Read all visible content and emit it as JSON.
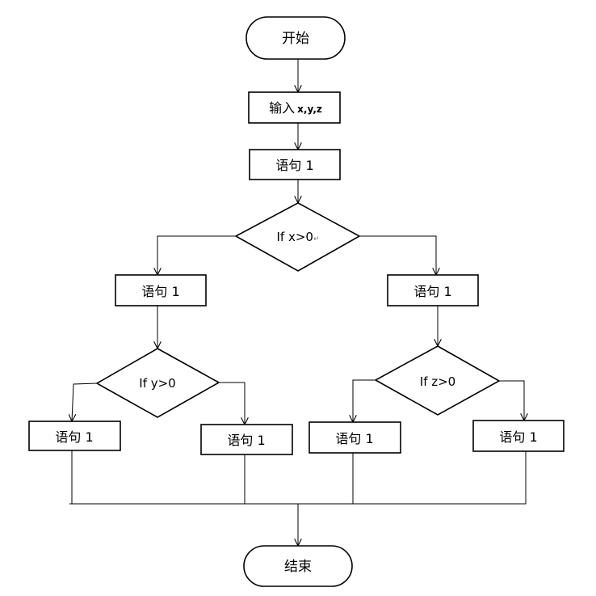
{
  "start": "开始",
  "input": {
    "prefix": "输入",
    "vars": "x,y,z"
  },
  "stmt_top": "语句 1",
  "cond_x": "If x>0",
  "cond_x_mark": "↵",
  "stmt_left": "语句 1",
  "stmt_right": "语句 1",
  "cond_y": "If y>0",
  "cond_z": "If z>0",
  "stmt_ll": "语句 1",
  "stmt_lr": "语句 1",
  "stmt_rl": "语句 1",
  "stmt_rr": "语句 1",
  "end": "结束"
}
